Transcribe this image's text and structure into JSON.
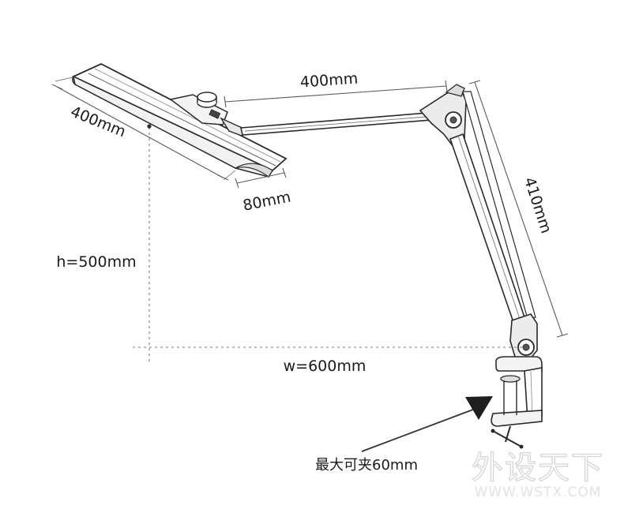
{
  "diagram": {
    "dimensions": {
      "head_length": "400mm",
      "head_width": "80mm",
      "upper_arm_length": "400mm",
      "lower_arm_length": "410mm",
      "height": "h=500mm",
      "reach": "w=600mm",
      "clamp_capacity": "最大可夹60mm"
    },
    "watermark": {
      "main": "外设天下",
      "url": "WWW.WSTX.COM"
    }
  }
}
